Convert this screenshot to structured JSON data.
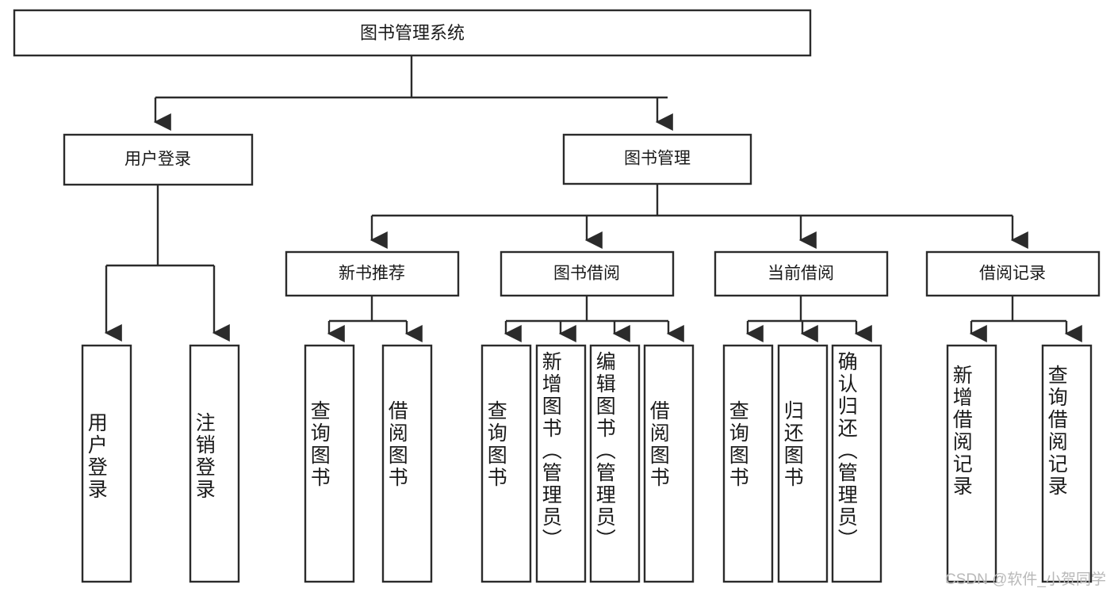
{
  "diagram": {
    "type": "tree-hierarchy",
    "title": "图书管理系统",
    "root": {
      "id": "root",
      "label": "图书管理系统"
    },
    "level2": [
      {
        "id": "user-login",
        "label": "用户登录"
      },
      {
        "id": "book-manage",
        "label": "图书管理"
      }
    ],
    "level3": [
      {
        "id": "new-book-recommend",
        "label": "新书推荐",
        "parent": "book-manage"
      },
      {
        "id": "book-borrow",
        "label": "图书借阅",
        "parent": "book-manage"
      },
      {
        "id": "current-borrow",
        "label": "当前借阅",
        "parent": "book-manage"
      },
      {
        "id": "borrow-record",
        "label": "借阅记录",
        "parent": "book-manage"
      }
    ],
    "leaves": [
      {
        "id": "leaf-user-login",
        "label": "用户登录",
        "parent": "user-login"
      },
      {
        "id": "leaf-logout-login",
        "label": "注销登录",
        "parent": "user-login"
      },
      {
        "id": "leaf-query-book-1",
        "label": "查询图书",
        "parent": "new-book-recommend"
      },
      {
        "id": "leaf-borrow-book-1",
        "label": "借阅图书",
        "parent": "new-book-recommend"
      },
      {
        "id": "leaf-query-book-2",
        "label": "查询图书",
        "parent": "book-borrow"
      },
      {
        "id": "leaf-add-book",
        "label": "新增图书（管理员）",
        "parent": "book-borrow"
      },
      {
        "id": "leaf-edit-book",
        "label": "编辑图书（管理员）",
        "parent": "book-borrow"
      },
      {
        "id": "leaf-borrow-book-2",
        "label": "借阅图书",
        "parent": "book-borrow"
      },
      {
        "id": "leaf-query-book-3",
        "label": "查询图书",
        "parent": "current-borrow"
      },
      {
        "id": "leaf-return-book",
        "label": "归还图书",
        "parent": "current-borrow"
      },
      {
        "id": "leaf-confirm-return",
        "label": "确认归还（管理员）",
        "parent": "current-borrow"
      },
      {
        "id": "leaf-add-record",
        "label": "新增借阅记录",
        "parent": "borrow-record"
      },
      {
        "id": "leaf-query-record",
        "label": "查询借阅记录",
        "parent": "borrow-record"
      }
    ],
    "watermark": "CSDN @软件_小贺同学",
    "colors": {
      "stroke": "#2b2b2b",
      "fill": "#ffffff",
      "text": "#1a1a1a",
      "watermark": "#b9b9b9",
      "background": "#ffffff"
    }
  }
}
